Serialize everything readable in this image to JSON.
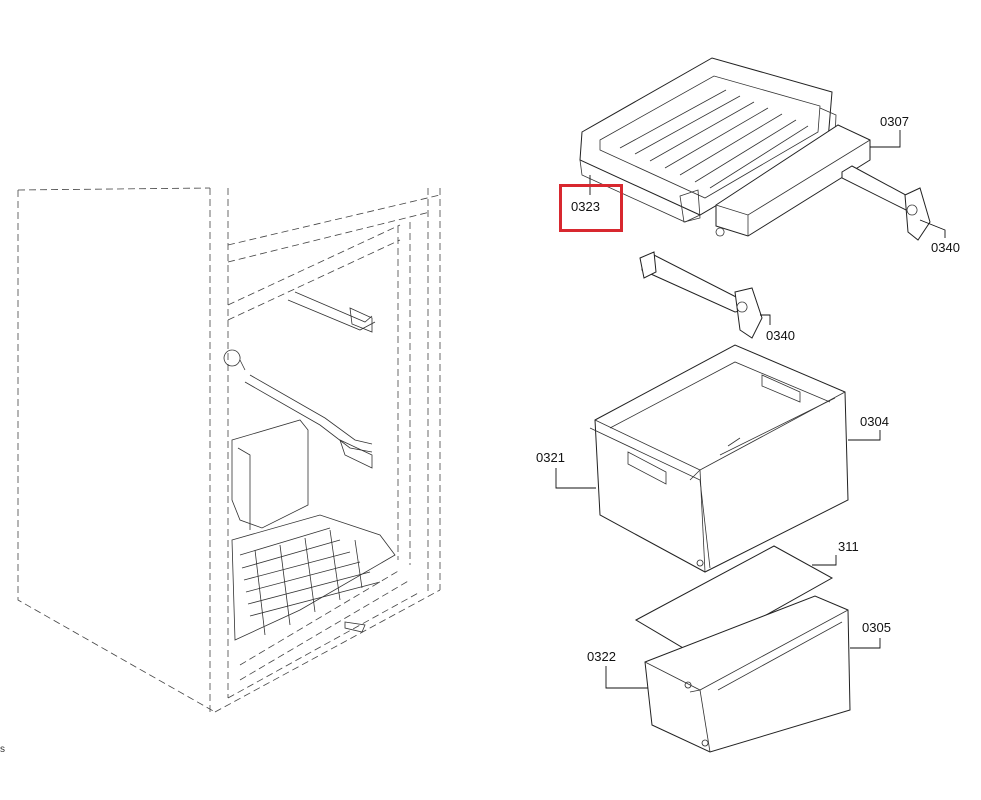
{
  "callouts": [
    {
      "id": "0323",
      "label": "0323",
      "highlighted": true
    },
    {
      "id": "0307",
      "label": "0307"
    },
    {
      "id": "0340a",
      "label": "0340"
    },
    {
      "id": "0340b",
      "label": "0340"
    },
    {
      "id": "0304",
      "label": "0304"
    },
    {
      "id": "0321",
      "label": "0321"
    },
    {
      "id": "311",
      "label": "311"
    },
    {
      "id": "0305",
      "label": "0305"
    },
    {
      "id": "0322",
      "label": "0322"
    }
  ],
  "colors": {
    "highlight": "#d8282f",
    "line": "#222222",
    "background": "#ffffff"
  }
}
